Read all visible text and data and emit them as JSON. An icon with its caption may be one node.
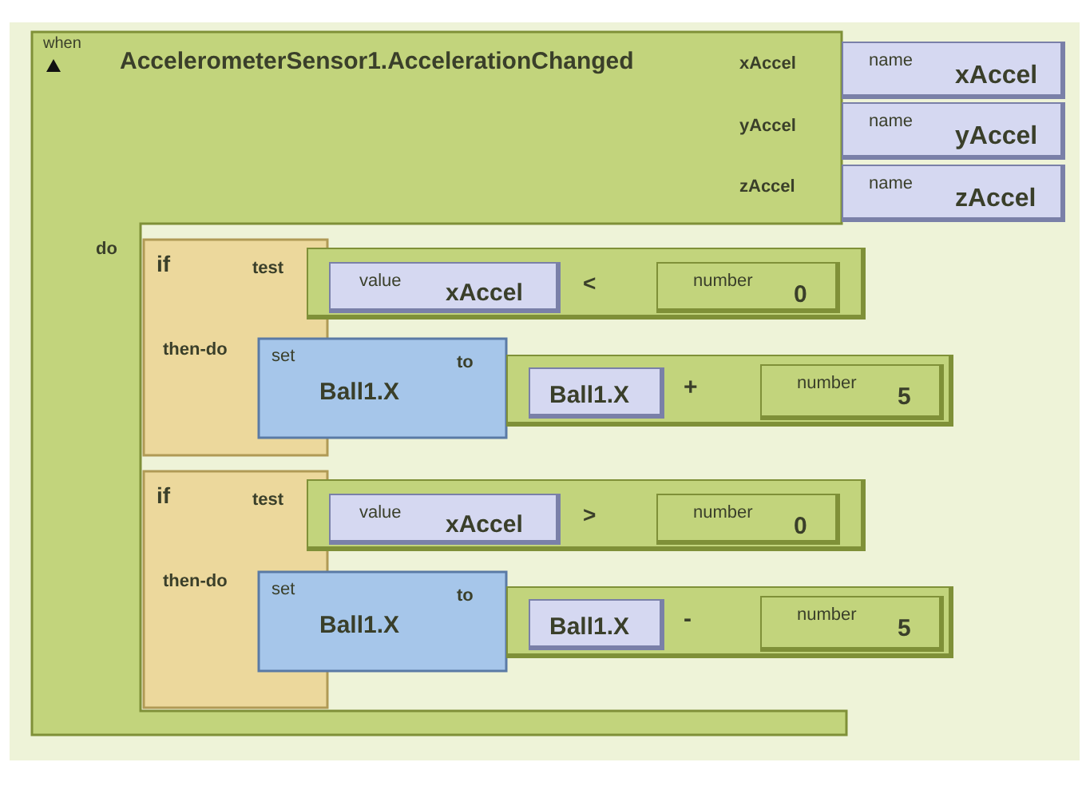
{
  "diagram": {
    "nodes": [
      {
        "text": [
          "when",
          "AccelerometerSensor1.AccelerationChanged",
          "xAccel",
          "yAccel",
          "zAccel",
          "do"
        ]
      },
      {
        "text": [
          "name",
          "xAccel"
        ]
      },
      {
        "text": [
          "name",
          "yAccel"
        ]
      },
      {
        "text": [
          "name",
          "zAccel"
        ]
      },
      {
        "text": [
          "if",
          "test",
          "then-do"
        ],
        "in": 0
      },
      {
        "text": [
          "<"
        ]
      },
      {
        "text": [
          "value",
          "xAccel"
        ],
        "in": 5
      },
      {
        "text": [
          "number",
          "0"
        ],
        "in": 5
      },
      {
        "text": [
          "set",
          "Ball1.X",
          "to"
        ]
      },
      {
        "text": [
          "+"
        ]
      },
      {
        "text": [
          "Ball1.X"
        ],
        "in": 9
      },
      {
        "text": [
          "number",
          "5"
        ],
        "in": 9
      },
      {
        "text": [
          "if",
          "test",
          "then-do"
        ],
        "in": 0
      },
      {
        "text": [
          ">"
        ]
      },
      {
        "text": [
          "value",
          "xAccel"
        ],
        "in": 13
      },
      {
        "text": [
          "number",
          "0"
        ],
        "in": 13
      },
      {
        "text": [
          "set",
          "Ball1.X",
          "to"
        ]
      },
      {
        "text": [
          "-"
        ]
      },
      {
        "text": [
          "Ball1.X"
        ],
        "in": 17
      },
      {
        "text": [
          "number",
          "5"
        ],
        "in": 17
      }
    ],
    "edges": []
  }
}
